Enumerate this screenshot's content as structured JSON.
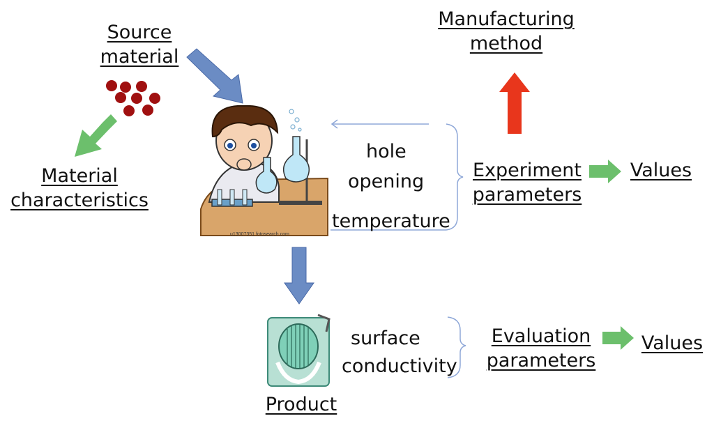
{
  "nodes": {
    "source_material": "Source\nmaterial",
    "material_characteristics": "Material\ncharacteristics",
    "manufacturing_method": "Manufacturing\nmethod",
    "experiment_parameters": "Experiment\nparameters",
    "experiment_values": "Values",
    "evaluation_parameters": "Evaluation\nparameters",
    "evaluation_values": "Values",
    "product": "Product"
  },
  "experiment_params": [
    "hole",
    "opening",
    "temperature"
  ],
  "evaluation_params": [
    "surface",
    "conductivity"
  ],
  "image_caption": "u13007351 fotosearch.com",
  "colors": {
    "blue_arrow": "#6b8cc4",
    "green_arrow": "#6cbf6c",
    "red_arrow": "#e8361c",
    "bracket": "#8fa8d8",
    "particle": "#a01010"
  }
}
